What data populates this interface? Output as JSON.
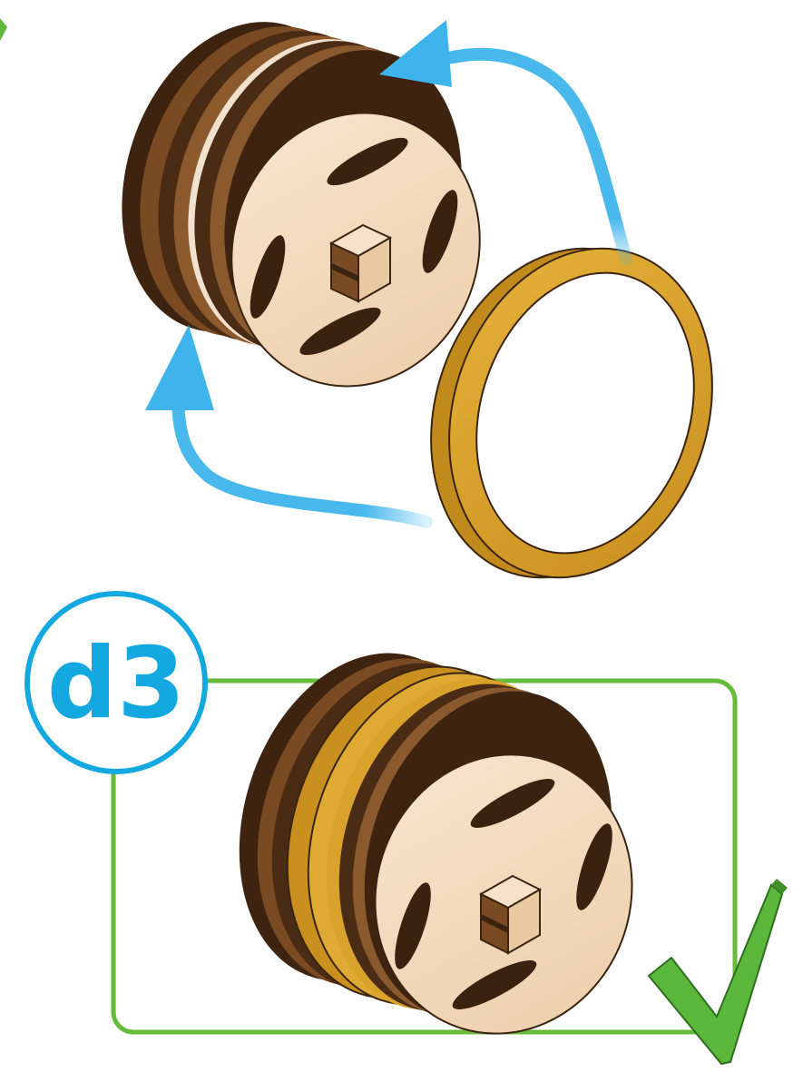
{
  "steps": [
    {
      "id": "d2",
      "label": ""
    },
    {
      "id": "d3",
      "label": "d3"
    }
  ],
  "colors": {
    "arrow": "#3fb4ec",
    "frame": "#66bb3b",
    "check": "#5cb83c",
    "badge": "#14a8e0",
    "wood_light": "#f3dcc0",
    "wood_dark": "#5a371b",
    "ring": "#d7a02c"
  },
  "icons": [
    "curved-arrow-icon",
    "checkmark-icon"
  ]
}
